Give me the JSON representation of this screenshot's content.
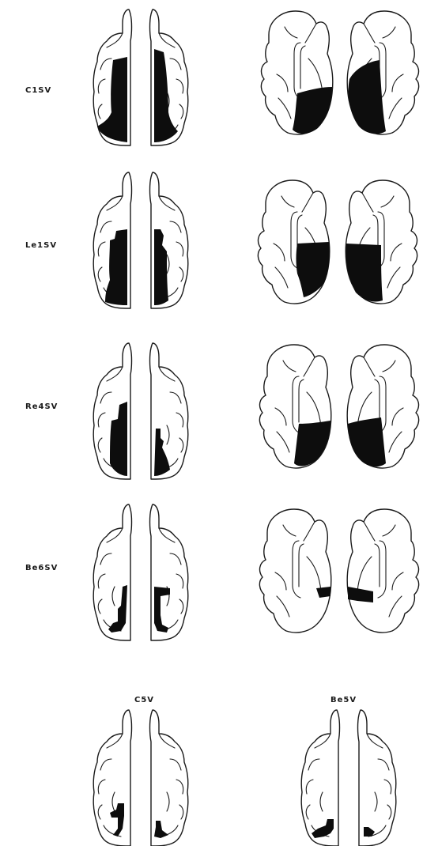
{
  "figure": {
    "rows": [
      {
        "label": "C1SV"
      },
      {
        "label": "Le1SV"
      },
      {
        "label": "Re4SV"
      },
      {
        "label": "Be6SV"
      }
    ],
    "bottom_pairs": [
      {
        "label": "C5V"
      },
      {
        "label": "Be5V"
      }
    ]
  },
  "colors": {
    "lesion": "#0d0d0d",
    "outline": "#1a1a1a",
    "background": "#ffffff"
  }
}
